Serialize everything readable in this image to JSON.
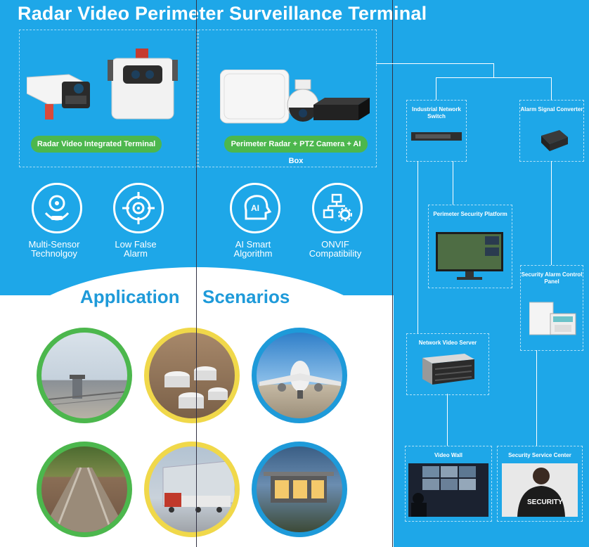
{
  "title": "Radar Video Perimeter Surveillance Terminal",
  "products": [
    {
      "label": "Radar Video Integrated Terminal"
    },
    {
      "label": "Perimeter Radar + PTZ Camera + AI Box"
    }
  ],
  "features": [
    {
      "icon": "multi-sensor-icon",
      "line1": "Multi-Sensor",
      "line2": "Technolgoy"
    },
    {
      "icon": "target-icon",
      "line1": "Low False",
      "line2": "Alarm"
    },
    {
      "icon": "ai-head-icon",
      "line1": "AI Smart",
      "line2": "Algorithm"
    },
    {
      "icon": "network-gear-icon",
      "line1": "ONVIF",
      "line2": "Compatibility"
    }
  ],
  "applications": {
    "title_left": "Application",
    "title_right": "Scenarios",
    "scenes": [
      {
        "name": "prison-perimeter",
        "border": "#4cb74d"
      },
      {
        "name": "oil-tank-farm",
        "border": "#f0d84a"
      },
      {
        "name": "airport",
        "border": "#1e9ad9"
      },
      {
        "name": "railway",
        "border": "#4cb74d"
      },
      {
        "name": "logistics-warehouse",
        "border": "#f0d84a"
      },
      {
        "name": "villa",
        "border": "#1e9ad9"
      }
    ]
  },
  "topology": {
    "nodes": [
      {
        "label": "Industrial Network Switch"
      },
      {
        "label": "Alarm Signal Converter"
      },
      {
        "label": "Perimeter Security Platform"
      },
      {
        "label": "Security Alarm Control Panel"
      },
      {
        "label": "Network Video Server"
      },
      {
        "label": "Video Wall"
      },
      {
        "label": "Security Service Center"
      }
    ]
  },
  "colors": {
    "background": "#1ea7e8",
    "accent_green": "#4cb74d",
    "accent_yellow": "#f0d84a",
    "accent_blue": "#1e9ad9"
  }
}
